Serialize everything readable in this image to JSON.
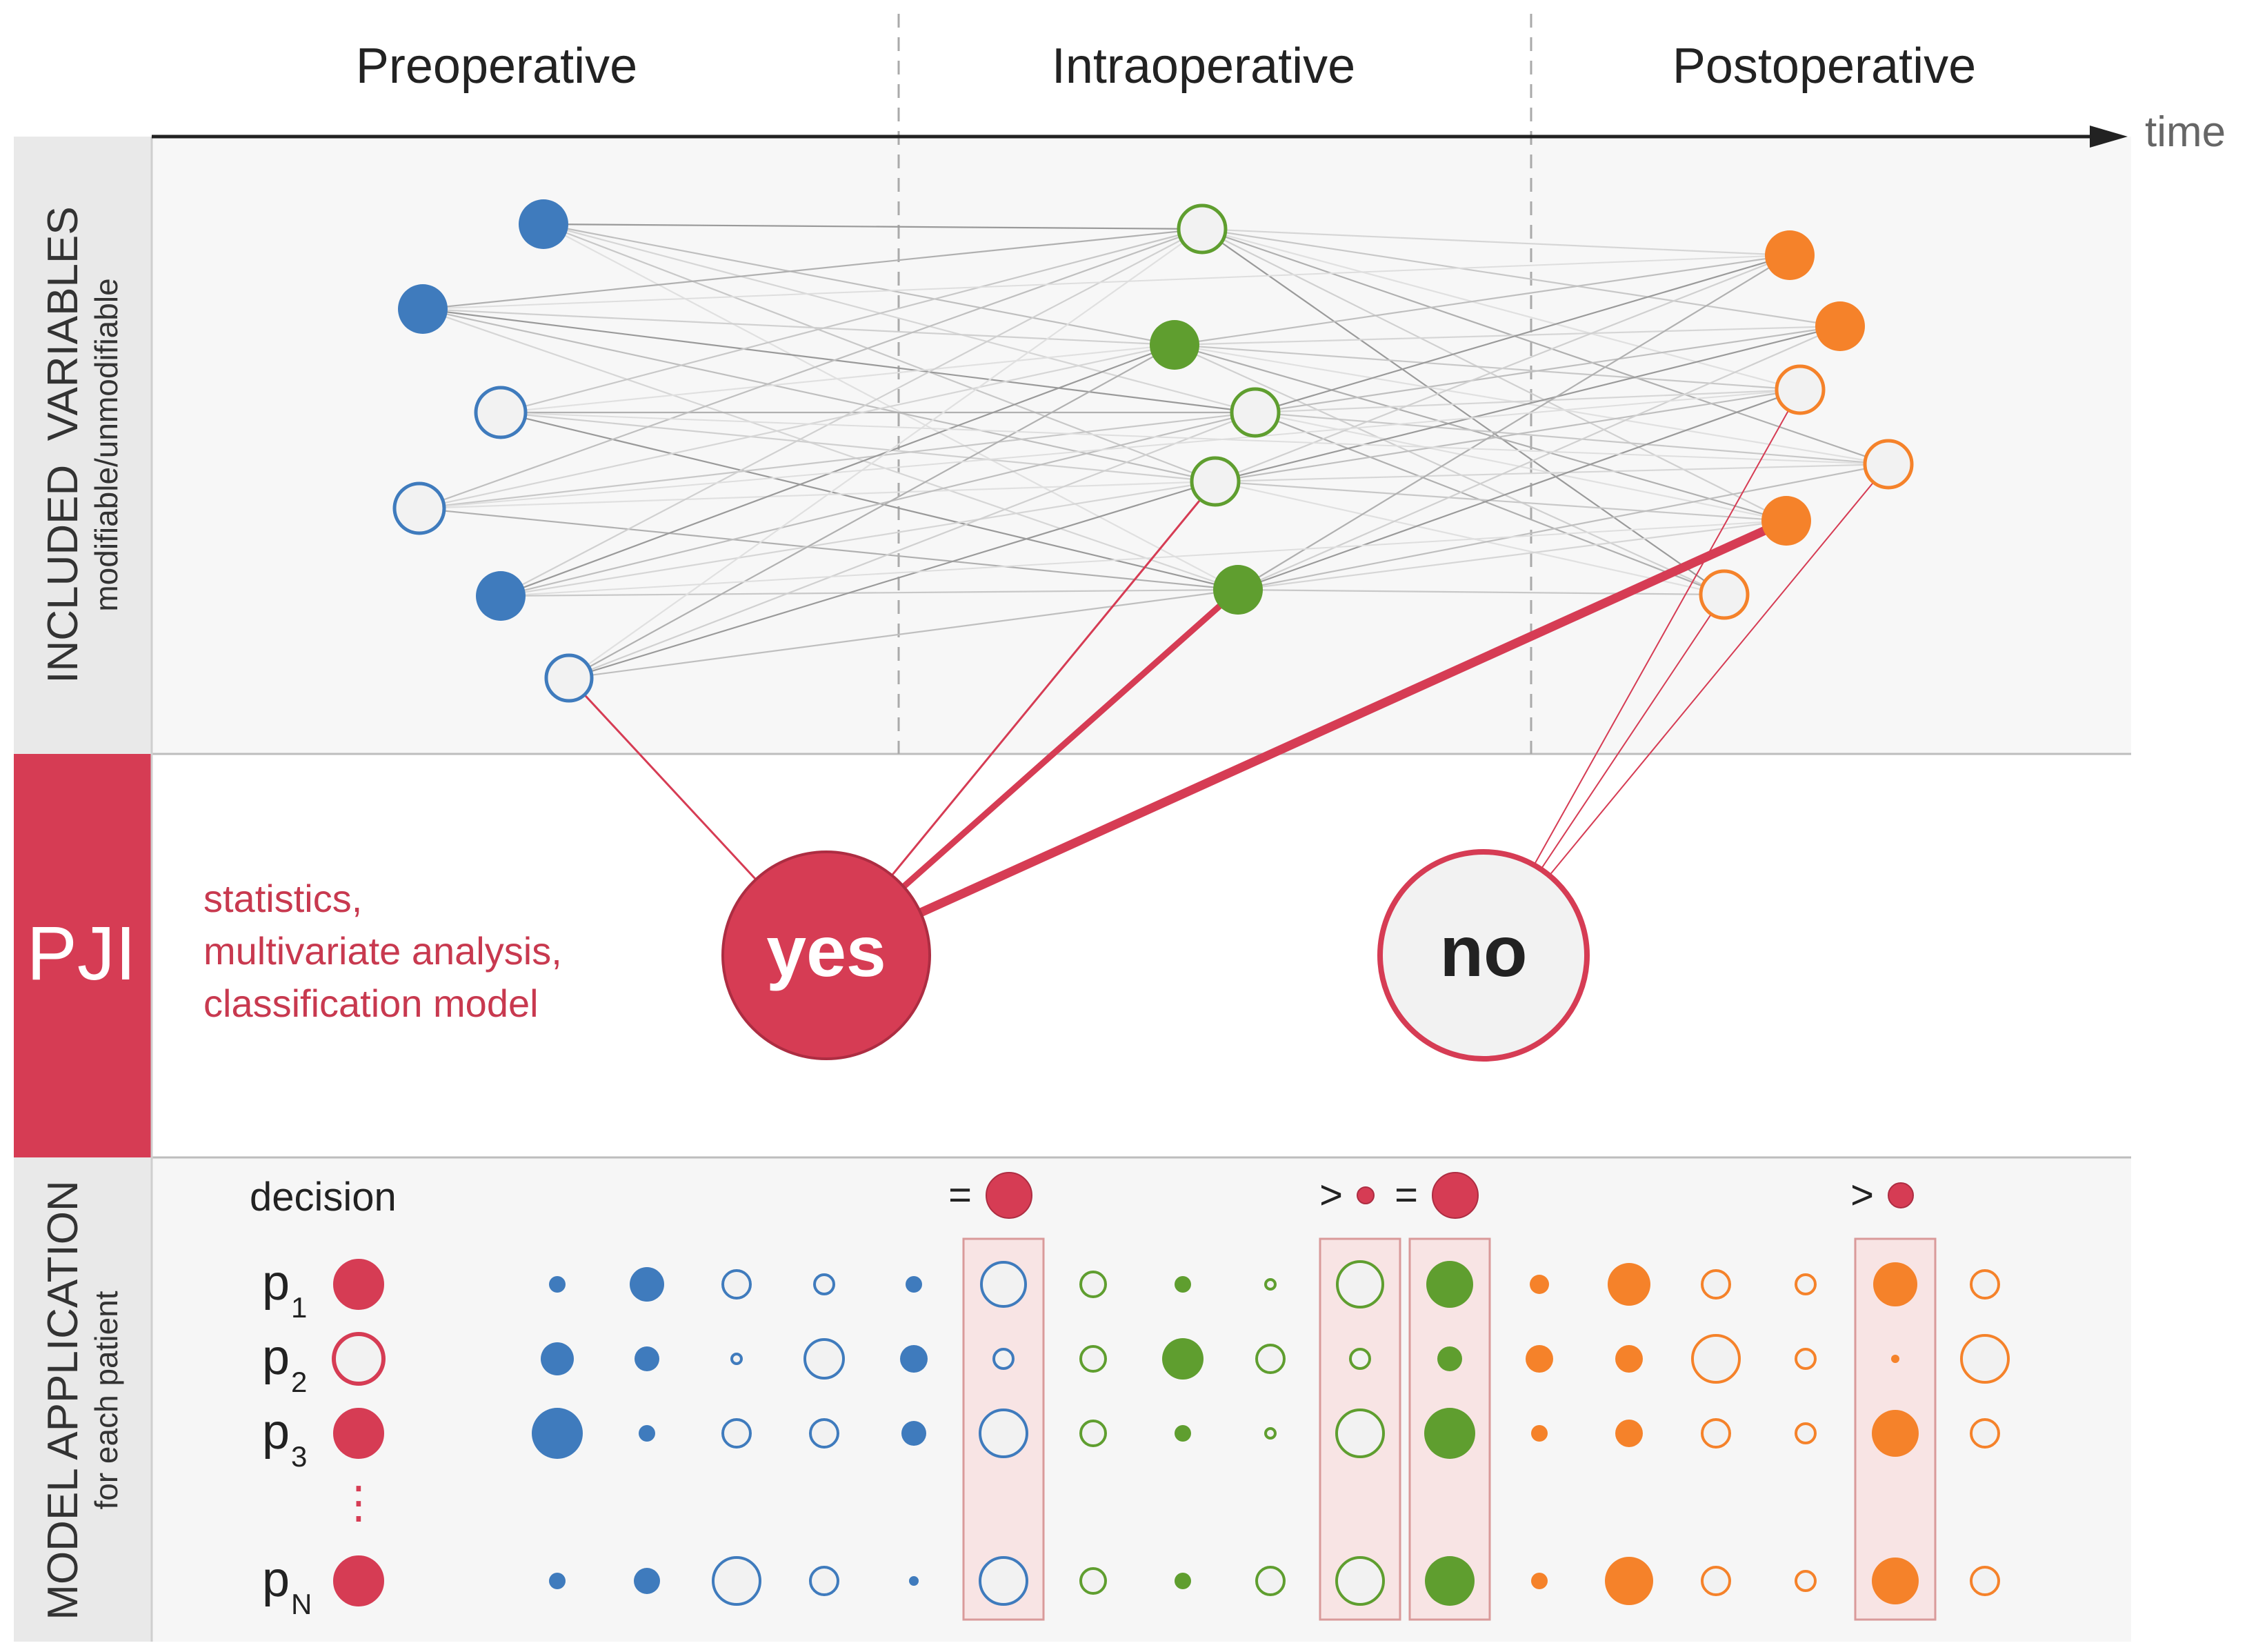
{
  "phases": [
    "Preoperative",
    "Intraoperative",
    "Postoperative"
  ],
  "time_label": "time",
  "sections": {
    "variables": {
      "title": "INCLUDED  VARIABLES",
      "subtitle": "modifiable/unmodifiable"
    },
    "pji": {
      "title": "PJI"
    },
    "application": {
      "title": "MODEL APPLICATION",
      "subtitle": "for each patient"
    }
  },
  "methods_text": [
    "statistics,",
    "multivariate analysis,",
    "classification model"
  ],
  "outcomes": {
    "yes": "yes",
    "no": "no"
  },
  "decision_label": "decision",
  "decision_rules": [
    {
      "symbol": "="
    },
    {
      "symbol": ">"
    },
    {
      "symbol": "="
    },
    {
      "symbol": ">"
    }
  ],
  "patients": [
    {
      "letter": "p",
      "sub": "1",
      "outcome": "yes"
    },
    {
      "letter": "p",
      "sub": "2",
      "outcome": "no"
    },
    {
      "letter": "p",
      "sub": "3",
      "outcome": "yes"
    },
    {
      "letter": "p",
      "sub": "N",
      "outcome": "yes"
    }
  ],
  "ellipsis": "⋮",
  "colors": {
    "preoperative": "#3f7bbd",
    "intraoperative": "#5f9e2f",
    "postoperative": "#f5822a",
    "pji": "#d63c54",
    "panel_grey": "#f7f7f7",
    "sidebar_grey": "#e9e9e9",
    "highlight": "#f5d8d8"
  }
}
